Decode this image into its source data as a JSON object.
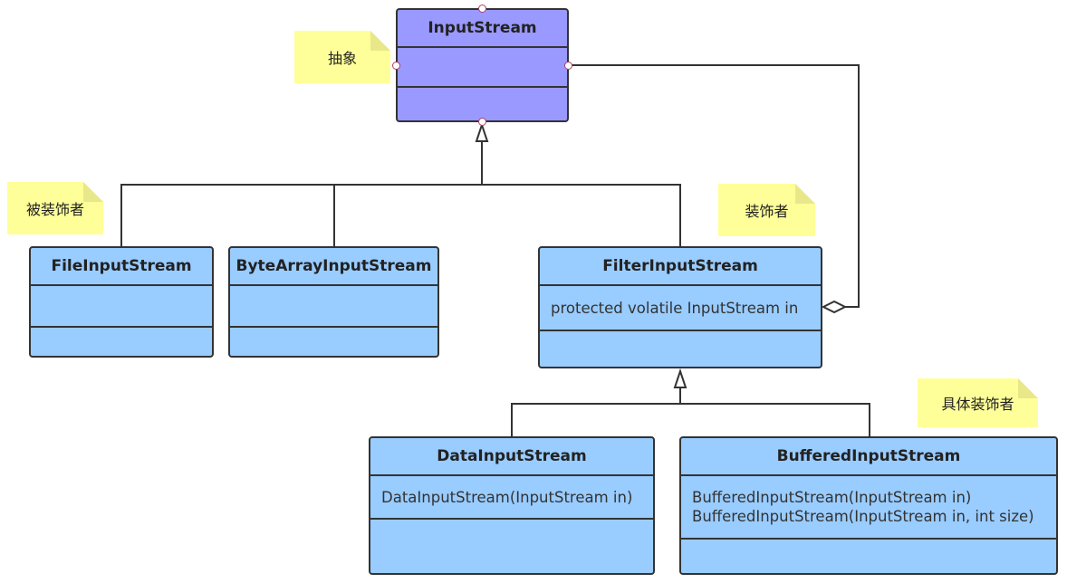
{
  "classes": {
    "input_stream": {
      "name": "InputStream",
      "attributes": [],
      "operations": []
    },
    "file_input_stream": {
      "name": "FileInputStream",
      "attributes": [],
      "operations": []
    },
    "byte_array_input_stream": {
      "name": "ByteArrayInputStream",
      "attributes": [],
      "operations": []
    },
    "filter_input_stream": {
      "name": "FilterInputStream",
      "attributes": [
        "protected volatile InputStream in"
      ],
      "operations": []
    },
    "data_input_stream": {
      "name": "DataInputStream",
      "attributes": [
        "DataInputStream(InputStream in)"
      ],
      "operations": []
    },
    "buffered_input_stream": {
      "name": "BufferedInputStream",
      "attributes": [
        "BufferedInputStream(InputStream in)",
        "BufferedInputStream(InputStream in, int size)"
      ],
      "operations": []
    }
  },
  "notes": {
    "abstract": "抽象",
    "decorated": "被装饰者",
    "decorator": "装饰者",
    "concrete_decorator": "具体装饰者"
  },
  "colors": {
    "abstract_fill": "#9999ff",
    "class_fill": "#99ccff",
    "note_fill": "#ffff99",
    "line": "#333333"
  }
}
